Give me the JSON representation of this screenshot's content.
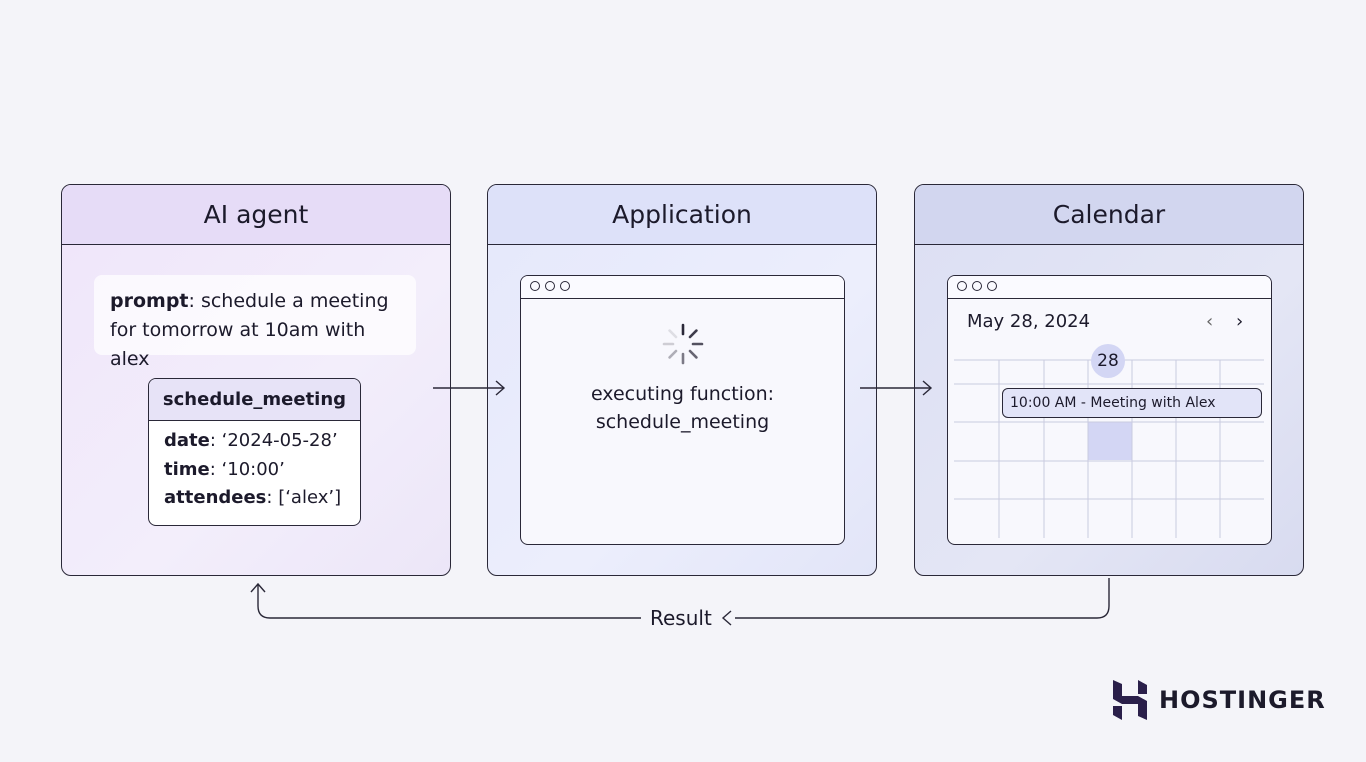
{
  "panels": {
    "agent": {
      "title": "AI agent"
    },
    "app": {
      "title": "Application"
    },
    "calendar": {
      "title": "Calendar"
    }
  },
  "prompt": {
    "label": "prompt",
    "text_line1": ": schedule a meeting",
    "text_line2": "for tomorrow at 10am with alex"
  },
  "function_card": {
    "name": "schedule_meeting",
    "params": [
      {
        "key": "date",
        "value": ": ‘2024-05-28’"
      },
      {
        "key": "time",
        "value": ": ‘10:00’"
      },
      {
        "key": "attendees",
        "value": ": [‘alex’]"
      }
    ]
  },
  "application": {
    "status_line1": "executing function:",
    "status_line2": "schedule_meeting"
  },
  "calendar": {
    "date": "May 28, 2024",
    "prev": "‹",
    "next": "›",
    "day": "28",
    "event": "10:00 AM - Meeting with Alex"
  },
  "result_label": "Result",
  "logo": {
    "text": "HOSTINGER"
  },
  "colors": {
    "stroke": "#2a2838",
    "accent": "#d3d6f4",
    "brand": "#673de6"
  }
}
